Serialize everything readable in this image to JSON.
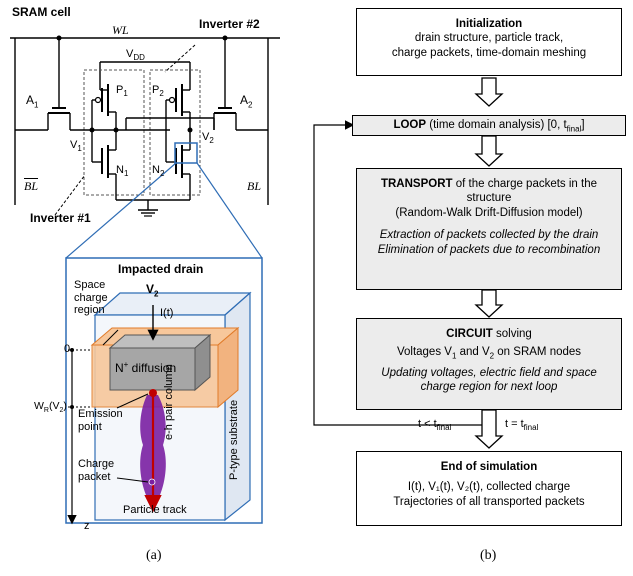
{
  "panel_a": {
    "title": "SRAM cell",
    "wl": "WL",
    "vdd": "V",
    "vdd_sub": "DD",
    "inverter2": "Inverter #2",
    "inverter1": "Inverter #1",
    "a1": "A",
    "a1_sub": "1",
    "a2": "A",
    "a2_sub": "2",
    "p1": "P",
    "p1_sub": "1",
    "p2": "P",
    "p2_sub": "2",
    "n1": "N",
    "n1_sub": "1",
    "n2": "N",
    "n2_sub": "2",
    "v1": "V",
    "v1_sub": "1",
    "v2": "V",
    "v2_sub": "2",
    "bl_bar": "BL",
    "bl": "BL",
    "impacted_title": "Impacted drain",
    "v2_top": "V",
    "v2_top_sub": "2",
    "it": "I(t)",
    "space_charge": [
      "Space",
      "charge",
      "region"
    ],
    "zero": "0",
    "wr": "W",
    "wr_sub": "R",
    "wr_arg": "(V",
    "wr_arg_sub": "2",
    "wr_close": ")",
    "n_diffusion": "N",
    "n_sup": "+",
    "n_diffusion_rest": " diffusion",
    "emission": [
      "Emission",
      "point"
    ],
    "charge_packet": [
      "Charge",
      "packet"
    ],
    "eh_column": "e-h pair column",
    "substrate": "P-type substrate",
    "particle_track": "Particle track",
    "z": "z",
    "caption": "(a)"
  },
  "panel_b": {
    "init_title": "Initialization",
    "init_lines": [
      "drain structure, particle track,",
      "charge packets, time-domain meshing"
    ],
    "loop_bold": "LOOP",
    "loop_rest": " (time domain analysis) [0, t",
    "loop_sub": "final",
    "loop_close": "]",
    "transport_bold": "TRANSPORT",
    "transport_rest": " of the charge packets in the",
    "transport_line2": "structure",
    "transport_line3": "(Random-Walk Drift-Diffusion model)",
    "transport_italic": [
      "Extraction of packets collected by the drain",
      "Elimination of packets due to recombination"
    ],
    "circuit_bold": "CIRCUIT",
    "circuit_rest": " solving",
    "circuit_volt": "Voltages V",
    "circuit_v1": "1",
    "circuit_and": " and V",
    "circuit_v2": "2",
    "circuit_on": " on SRAM nodes",
    "circuit_italic": [
      "Updating voltages, electric field and space",
      "charge region for next loop"
    ],
    "t_less": "t < t",
    "t_less_sub": "final",
    "t_eq": "t = t",
    "t_eq_sub": "final",
    "end_title": "End of simulation",
    "end_line1": "I(t), V₁(t), V₂(t), collected charge",
    "end_line2": "Trajectories of all transported packets",
    "caption": "(b)"
  },
  "colors": {
    "drain_blue": "#2f6db5",
    "space_charge_orange": "#f7c79b",
    "diffusion_gray": "#a6a6a6",
    "column_purple": "#7a1fa2",
    "track_red": "#c00000",
    "box_gray": "#ececec"
  }
}
